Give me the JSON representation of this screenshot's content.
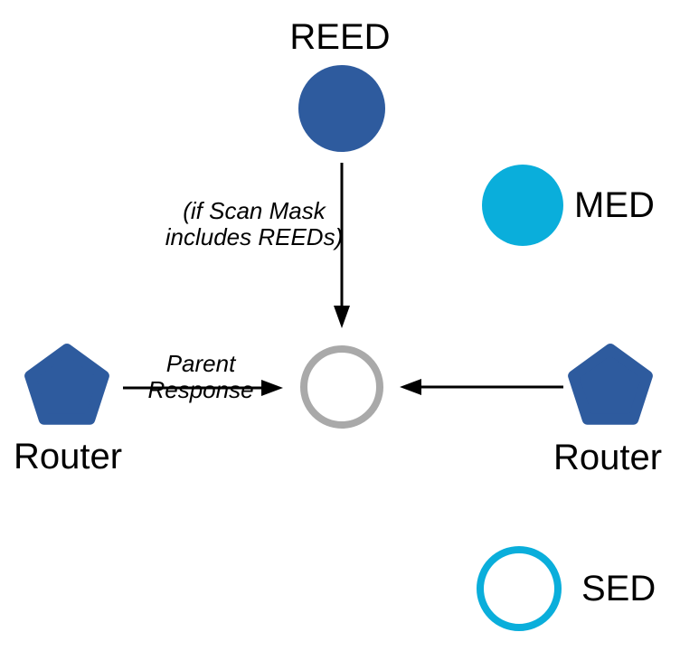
{
  "diagram": {
    "labels": {
      "reed": "REED",
      "med": "MED",
      "sed": "SED",
      "router_left": "Router",
      "router_right": "Router"
    },
    "annotations": {
      "scan_mask_note": "(if Scan Mask\nincludes REEDs)",
      "parent_response": "Parent Response"
    },
    "colors": {
      "node_blue": "#2E5B9E",
      "node_cyan": "#0AAEDB",
      "parent_gray": "#A9A9A9",
      "arrow_black": "#000000"
    }
  }
}
